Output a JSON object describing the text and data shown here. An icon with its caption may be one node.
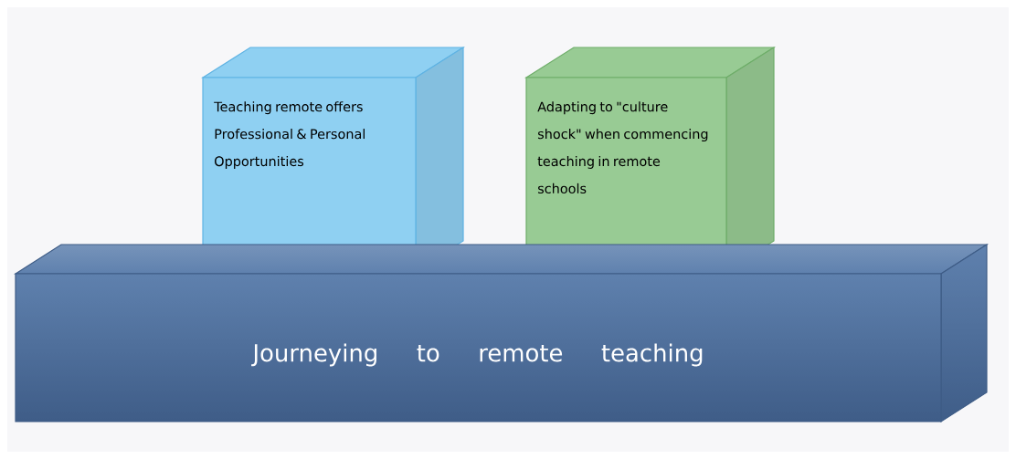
{
  "diagram": {
    "nodes": [
      {
        "text": [
          "Teaching remote offers Professional & Personal Opportunities"
        ]
      },
      {
        "text": [
          "Adapting to \"culture shock\" when commencing teaching in remote schools"
        ]
      },
      {
        "text": [
          "Journeying to remote teaching"
        ]
      }
    ]
  }
}
